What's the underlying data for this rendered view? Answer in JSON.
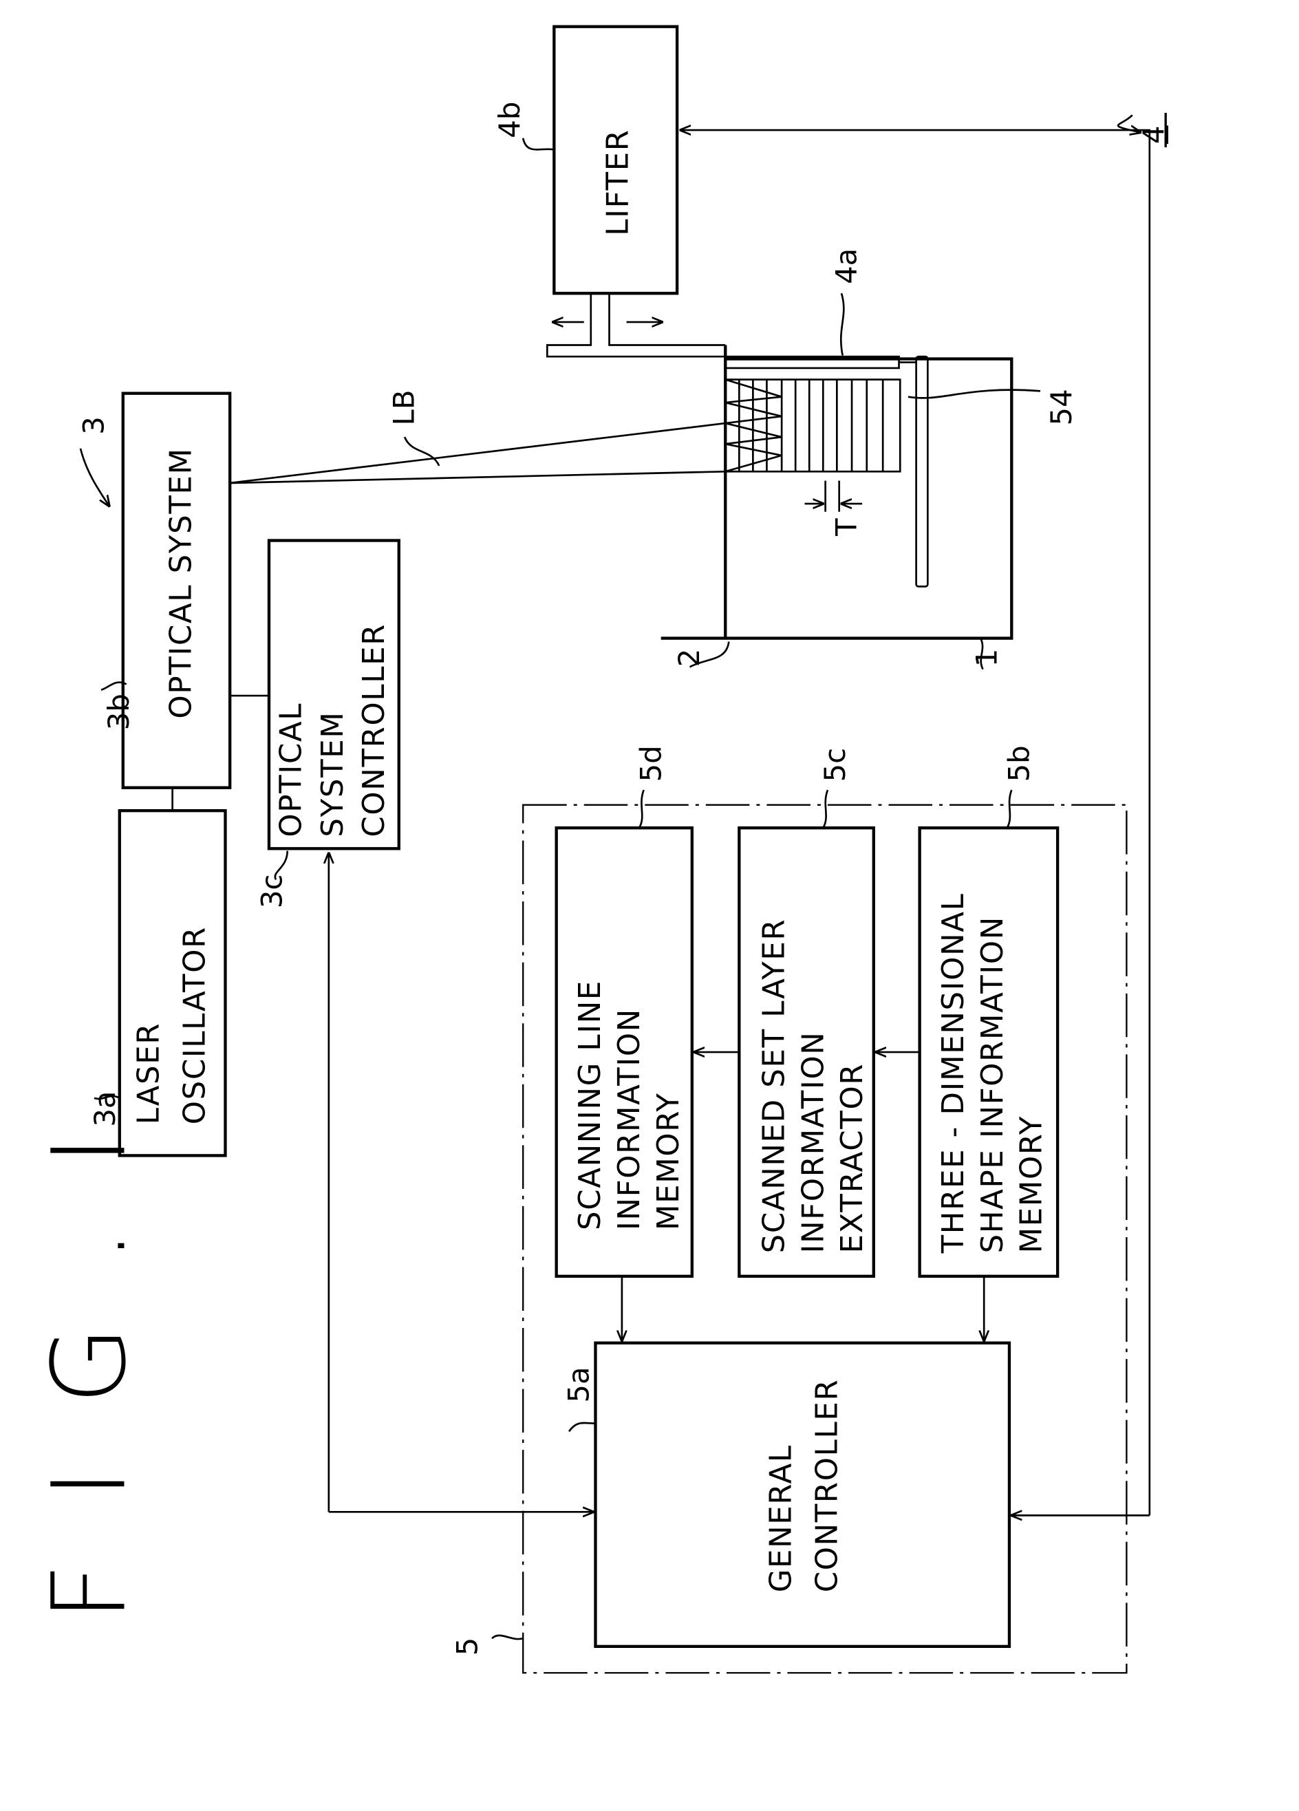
{
  "figure": {
    "title": "F I G . I",
    "blocks": {
      "lifter": {
        "ref": "4b",
        "label": "LIFTER"
      },
      "lifter_assembly_ref": "4",
      "optical_system": {
        "ref": "3b",
        "label": "OPTICAL  SYSTEM"
      },
      "optical_assembly_ref": "3",
      "laser_oscillator": {
        "ref": "3a",
        "lines": [
          "LASER",
          "OSCILLATOR"
        ]
      },
      "optical_system_controller": {
        "ref": "3c",
        "lines": [
          "OPTICAL",
          "SYSTEM",
          "CONTROLLER"
        ]
      },
      "control_unit_ref": "5",
      "scanning_line_memory": {
        "ref": "5d",
        "lines": [
          "SCANNING  LINE",
          "INFORMATION",
          "MEMORY"
        ]
      },
      "scanned_set_layer_extractor": {
        "ref": "5c",
        "lines": [
          "SCANNED  SET  LAYER",
          "INFORMATION",
          "EXTRACTOR"
        ]
      },
      "shape_info_memory": {
        "ref": "5b",
        "lines": [
          "THREE - DIMENSIONAL",
          "SHAPE  INFORMATION",
          "MEMORY"
        ]
      },
      "general_controller": {
        "ref": "5a",
        "lines": [
          "GENERAL",
          "CONTROLLER"
        ]
      }
    },
    "apparatus": {
      "vat_ref": "1",
      "liquid_ref": "2",
      "elevator_ref": "4a",
      "object_ref": "54",
      "beam_ref": "LB",
      "layer_thickness_ref": "T"
    }
  }
}
